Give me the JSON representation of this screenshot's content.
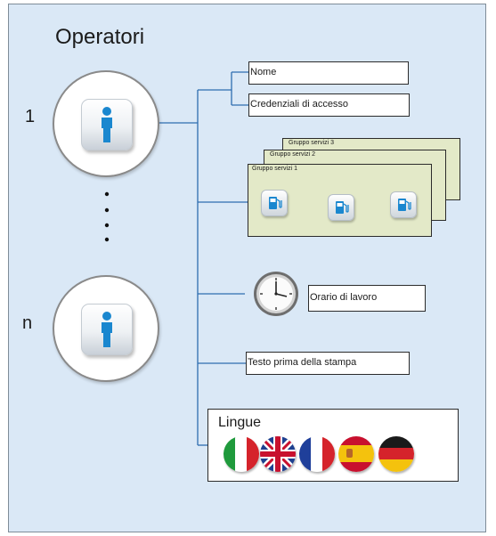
{
  "title": "Operatori",
  "operators": {
    "first_label": "1",
    "last_label": "n"
  },
  "fields": {
    "name": "Nome",
    "credentials": "Credenziali di accesso"
  },
  "service_groups": [
    "Gruppo servizi 3",
    "Gruppo servizi 2",
    "Gruppo servizi 1"
  ],
  "schedule_label": "Orario di lavoro",
  "print_text_label": "Testo prima della stampa",
  "languages": {
    "title": "Lingue",
    "flags": [
      "italy-flag",
      "uk-flag",
      "france-flag",
      "spain-flag",
      "germany-flag"
    ]
  },
  "colors": {
    "background": "#dae8f6",
    "connector": "#2e6db0",
    "card_fill": "#e3e9c8",
    "person": "#1a87cf"
  }
}
